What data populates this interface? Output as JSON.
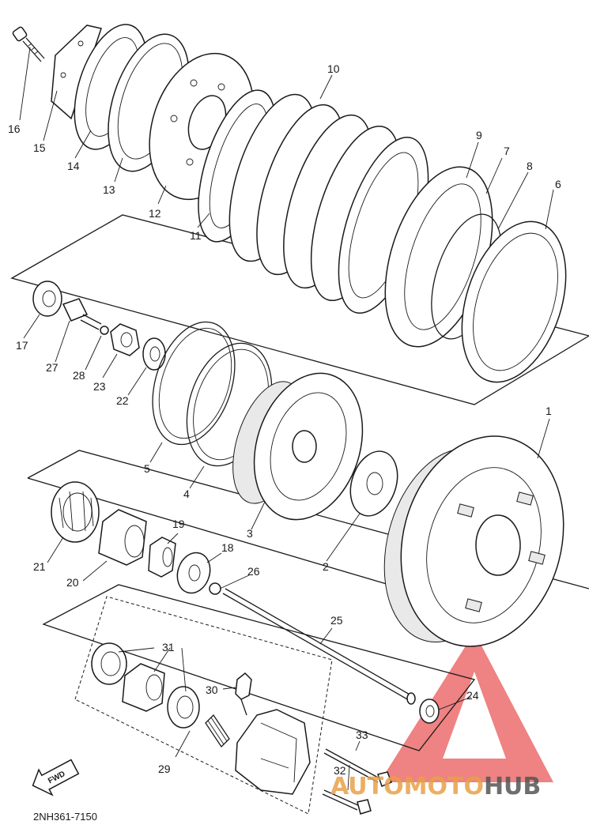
{
  "diagram_code": "2NH361-7150",
  "fwd_label": "FWD",
  "watermark": {
    "text_part1": "AUTO",
    "text_part2": "MOTO",
    "text_part3": "HUB",
    "colors": {
      "auto": "#e8a048",
      "moto": "#e8a048",
      "hub": "#555555",
      "triangle": "#e63c3c"
    }
  },
  "callouts": [
    {
      "id": "1",
      "label": "1"
    },
    {
      "id": "2",
      "label": "2"
    },
    {
      "id": "3",
      "label": "3"
    },
    {
      "id": "4",
      "label": "4"
    },
    {
      "id": "5",
      "label": "5"
    },
    {
      "id": "6",
      "label": "6"
    },
    {
      "id": "7",
      "label": "7"
    },
    {
      "id": "8",
      "label": "8"
    },
    {
      "id": "9",
      "label": "9"
    },
    {
      "id": "10",
      "label": "10"
    },
    {
      "id": "11",
      "label": "11"
    },
    {
      "id": "12",
      "label": "12"
    },
    {
      "id": "13",
      "label": "13"
    },
    {
      "id": "14",
      "label": "14"
    },
    {
      "id": "15",
      "label": "15"
    },
    {
      "id": "16",
      "label": "16"
    },
    {
      "id": "17",
      "label": "17"
    },
    {
      "id": "18",
      "label": "18"
    },
    {
      "id": "19",
      "label": "19"
    },
    {
      "id": "20",
      "label": "20"
    },
    {
      "id": "21",
      "label": "21"
    },
    {
      "id": "22",
      "label": "22"
    },
    {
      "id": "23",
      "label": "23"
    },
    {
      "id": "24",
      "label": "24"
    },
    {
      "id": "25",
      "label": "25"
    },
    {
      "id": "26",
      "label": "26"
    },
    {
      "id": "27",
      "label": "27"
    },
    {
      "id": "28",
      "label": "28"
    },
    {
      "id": "29",
      "label": "29"
    },
    {
      "id": "30",
      "label": "30"
    },
    {
      "id": "31",
      "label": "31"
    },
    {
      "id": "32",
      "label": "32"
    },
    {
      "id": "33",
      "label": "33"
    }
  ]
}
